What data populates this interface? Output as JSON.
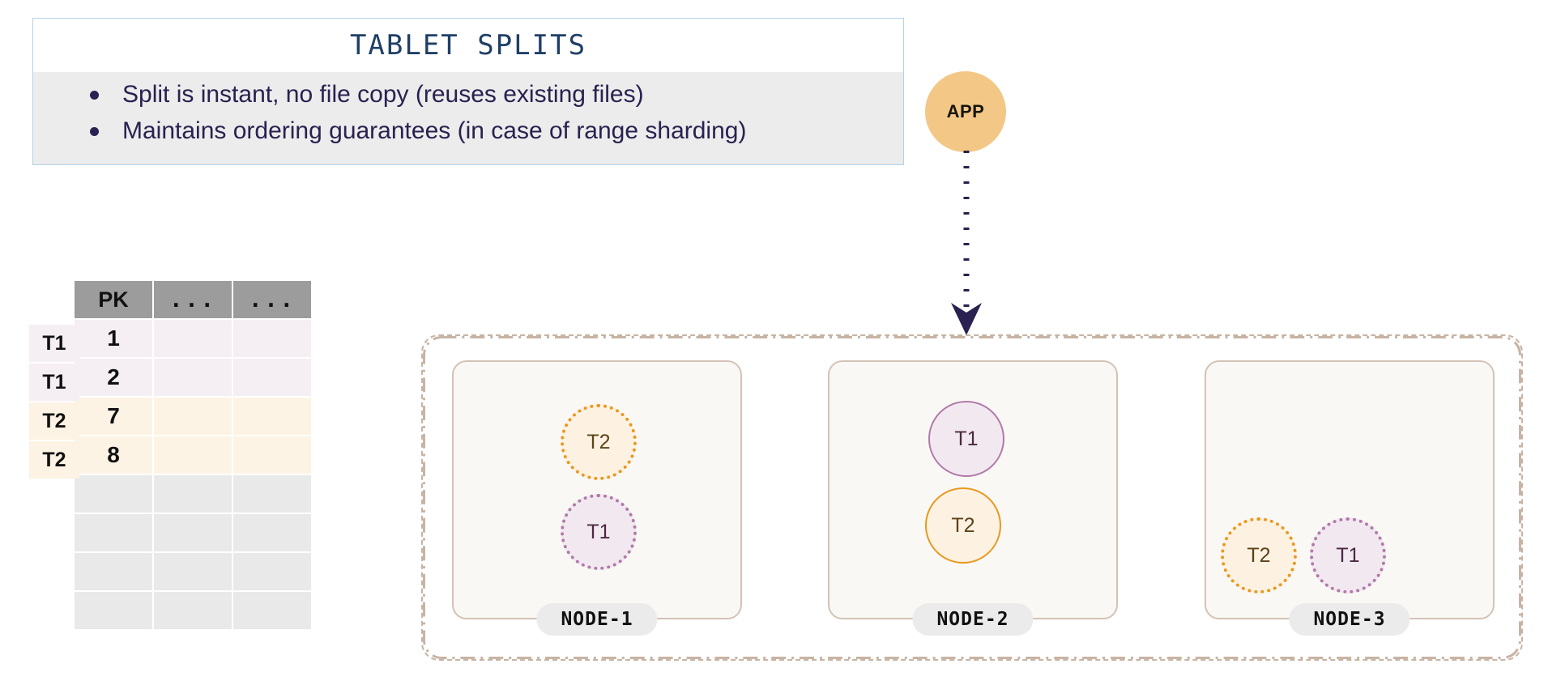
{
  "info_card": {
    "title": "TABLET SPLITS",
    "bullets": [
      "Split is instant, no file copy (reuses existing files)",
      "Maintains ordering guarantees (in case of range sharding)"
    ],
    "border_color": "#b4d2ea",
    "title_color": "#1f3f66",
    "body_bg": "#ececec",
    "text_color": "#2a2150"
  },
  "table": {
    "headers": [
      "PK",
      "...",
      "..."
    ],
    "header_bg": "#9c9c9c",
    "rows": [
      {
        "tag": "T1",
        "pk": "1",
        "c2": "",
        "c3": "",
        "kind": "t1"
      },
      {
        "tag": "T1",
        "pk": "2",
        "c2": "",
        "c3": "",
        "kind": "t1"
      },
      {
        "tag": "T2",
        "pk": "7",
        "c2": "",
        "c3": "",
        "kind": "t2"
      },
      {
        "tag": "T2",
        "pk": "8",
        "c2": "",
        "c3": "",
        "kind": "t2"
      },
      {
        "tag": "",
        "pk": "",
        "c2": "",
        "c3": "",
        "kind": "empty"
      },
      {
        "tag": "",
        "pk": "",
        "c2": "",
        "c3": "",
        "kind": "empty"
      },
      {
        "tag": "",
        "pk": "",
        "c2": "",
        "c3": "",
        "kind": "empty"
      },
      {
        "tag": "",
        "pk": "",
        "c2": "",
        "c3": "",
        "kind": "empty"
      }
    ],
    "t1_color": "#f5eef3",
    "t2_color": "#fcf3e4",
    "empty_color": "#e9e9e9"
  },
  "app": {
    "label": "APP",
    "fill": "#f3c886",
    "arrow_color": "#2a2150"
  },
  "cluster": {
    "border_color": "#c8b4a4",
    "nodes": [
      {
        "label": "NODE-1",
        "tablets": [
          {
            "name": "T2",
            "style": "dotted",
            "color": "#e89820"
          },
          {
            "name": "T1",
            "style": "dotted",
            "color": "#b07aa8"
          }
        ]
      },
      {
        "label": "NODE-2",
        "tablets": [
          {
            "name": "T1",
            "style": "solid",
            "color": "#b07aa8"
          },
          {
            "name": "T2",
            "style": "solid",
            "color": "#e89820"
          }
        ]
      },
      {
        "label": "NODE-3",
        "tablets": [
          {
            "name": "T2",
            "style": "dotted",
            "color": "#e89820"
          },
          {
            "name": "T1",
            "style": "dotted",
            "color": "#b07aa8"
          }
        ]
      }
    ]
  }
}
